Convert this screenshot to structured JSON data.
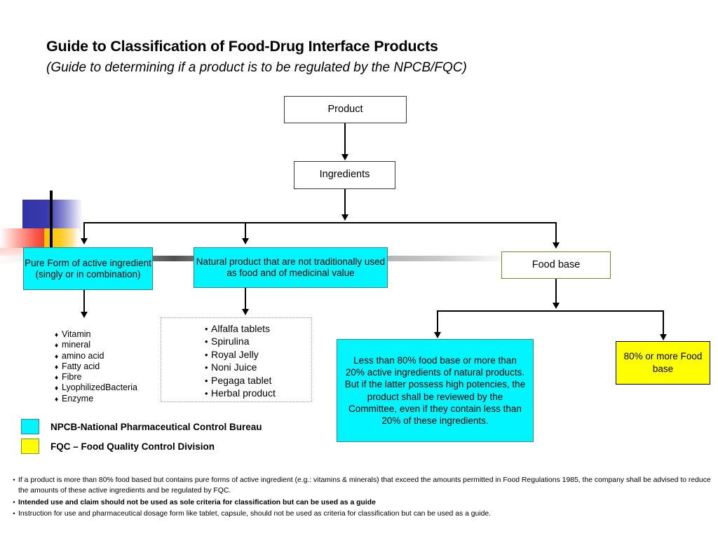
{
  "header": {
    "title": "Guide to Classification of Food-Drug Interface Products",
    "subtitle": "(Guide to determining if a product is to be regulated by the NPCB/FQC)"
  },
  "flowchart": {
    "type": "flowchart",
    "nodes": {
      "product": "Product",
      "ingredients": "Ingredients",
      "pure_form": "Pure Form of active ingredient (singly or in combination)",
      "natural_product": "Natural product that are not traditionally used as food and of medicinal value",
      "food_base": "Food base",
      "less_than_80": "Less than 80% food base or more than 20% active ingredients of natural products. But if the latter possess high potencies, the product shall be reviewed by the Committee, even if they contain less than 20% of these ingredients.",
      "more_than_80": "80% or more Food base"
    }
  },
  "pure_form_list": {
    "bullet": "♦",
    "items": [
      "Vitamin",
      "mineral",
      "amino acid",
      "Fatty acid",
      "Fibre",
      "LyophilizedBacteria",
      "Enzyme"
    ]
  },
  "natural_product_list": {
    "bullet": "•",
    "items": [
      "Alfalfa tablets",
      "Spirulina",
      "Royal Jelly",
      "Noni Juice",
      "Pegaga tablet",
      "Herbal product"
    ]
  },
  "legend": {
    "items": [
      {
        "color": "#00f5ff",
        "label": "NPCB-National Pharmaceutical Control Bureau"
      },
      {
        "color": "#ffff00",
        "label": "FQC – Food Quality Control Division"
      }
    ]
  },
  "footnotes": {
    "bullet": "•",
    "items": [
      {
        "text": "If a product is more than 80% food based but contains pure forms of active ingredient (e.g.: vitamins & minerals) that exceed the amounts permitted in Food Regulations 1985, the company shall be advised to reduce the amounts of these active ingredients and be regulated by FQC.",
        "bold": false
      },
      {
        "text": "Intended use and claim should not be used as sole criteria  for classification but can be used as a guide",
        "bold": true
      },
      {
        "text": "Instruction for use and pharmaceutical dosage form like tablet, capsule, should not be used as criteria for classification but can be used as a guide.",
        "bold": false
      }
    ]
  },
  "colors": {
    "npcb_cyan": "#00f5ff",
    "fqc_yellow": "#ffff00",
    "cyan_border": "#2a8a8a",
    "olive_border": "#7f7f33"
  }
}
